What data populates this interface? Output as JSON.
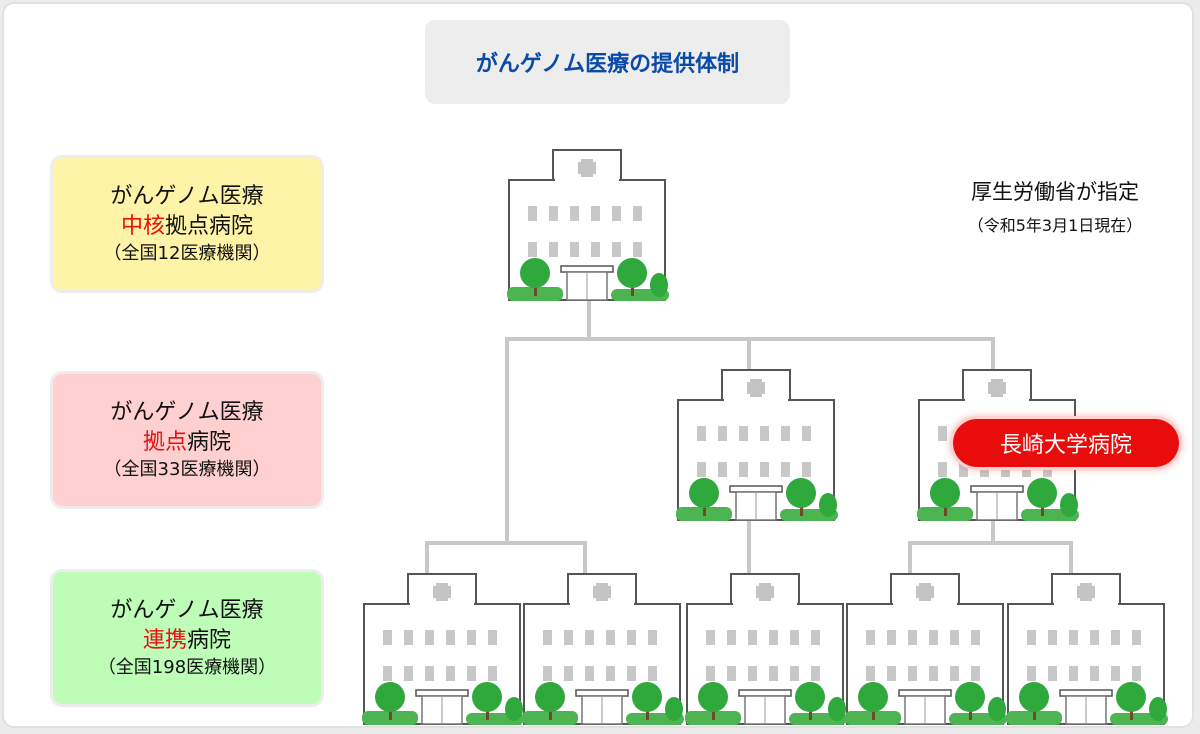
{
  "title": "がんゲノム医療の提供体制",
  "tiers": [
    {
      "line1": "がんゲノム医療",
      "highlight": "中核",
      "rest": "拠点病院",
      "count": "（全国12医療機関）"
    },
    {
      "line1": "がんゲノム医療",
      "highlight": "拠点",
      "rest": "病院",
      "count": "（全国33医療機関）"
    },
    {
      "line1": "がんゲノム医療",
      "highlight": "連携",
      "rest": "病院",
      "count": "（全国198医療機関）"
    }
  ],
  "designation_note": "厚生労働省が指定",
  "designation_date": "（令和5年3月1日現在）",
  "highlight_hospital": "長崎大学病院",
  "colors": {
    "title_text": "#0a4aa8",
    "highlight_text": "#e8110f",
    "core_box": "#fff3a8",
    "base_box": "#ffd0d0",
    "coop_box": "#bdfdb8",
    "badge": "#e90c0c",
    "connector": "#c8c8c8",
    "tree": "#2fa83c"
  }
}
